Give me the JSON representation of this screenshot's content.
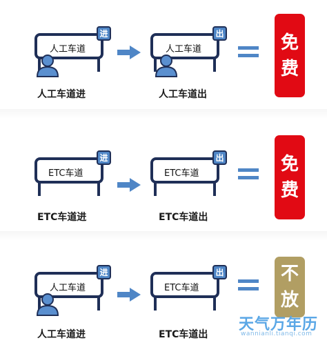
{
  "colors": {
    "navy": "#1f2f57",
    "blue": "#4f86c6",
    "free": "#e10a14",
    "notfree": "#b19e63"
  },
  "rows": [
    {
      "entry_sign": "人工车道",
      "entry_tag": "进",
      "entry_caption": "人工车道进",
      "exit_sign": "人工车道",
      "exit_tag": "出",
      "exit_caption": "人工车道出",
      "result_chars": [
        "免",
        "费"
      ]
    },
    {
      "entry_sign": "ETC车道",
      "entry_tag": "进",
      "entry_caption": "ETC车道进",
      "exit_sign": "ETC车道",
      "exit_tag": "出",
      "exit_caption": "ETC车道出",
      "result_chars": [
        "免",
        "费"
      ]
    },
    {
      "entry_sign": "人工车道",
      "entry_tag": "进",
      "entry_caption": "人工车道进",
      "exit_sign": "ETC车道",
      "exit_tag": "出",
      "exit_caption": "ETC车道出",
      "result_chars": [
        "不",
        "放"
      ]
    }
  ],
  "watermark": {
    "logo_text": "天气万年历",
    "url": "wannianli.tianqi.com"
  }
}
